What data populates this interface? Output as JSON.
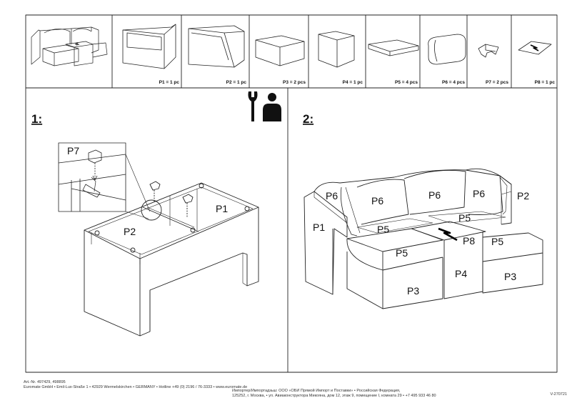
{
  "parts": [
    {
      "id": "p1",
      "label": "P1 = 1 pc"
    },
    {
      "id": "p2",
      "label": "P2 = 1 pc"
    },
    {
      "id": "p3",
      "label": "P3 = 2 pcs"
    },
    {
      "id": "p4",
      "label": "P4 = 1 pc"
    },
    {
      "id": "p5",
      "label": "P5 = 4 pcs"
    },
    {
      "id": "p6",
      "label": "P6 = 4 pcs"
    },
    {
      "id": "p7",
      "label": "P7 = 2 pcs"
    },
    {
      "id": "p8",
      "label": "P8 = 1 pc"
    }
  ],
  "step1": {
    "number": "1:",
    "labels": {
      "p7": "P7",
      "p1": "P1",
      "p2": "P2"
    }
  },
  "step2": {
    "number": "2:",
    "labels": {
      "p6a": "P6",
      "p6b": "P6",
      "p6c": "P6",
      "p6d": "P6",
      "p2": "P2",
      "p1": "P1",
      "p5a": "P5",
      "p5b": "P5",
      "p5c": "P5",
      "p5d": "P5",
      "p8": "P8",
      "p4": "P4",
      "p3a": "P3",
      "p3b": "P3"
    }
  },
  "footer": {
    "left_line1": "Art.-Nr. 497429, 498895",
    "left_line2": "Euromate GmbH • Emil-Lux-Straße 1 • 42929 Wermelskirchen • GERMANY • Hotline +49 (0) 2196 / 76-3333 • www.euromate.de",
    "center_line1": "Импортер/Импортадзьш: ООО «ОБИ Прямой Импорт и Поставки» • Российская Федерация,",
    "center_line2": "125252, г. Москва, • ул. Авиаконструктора Микояна, дом 12, этаж 9, помещение I, комната 29 • +7 495 933 46 80",
    "version": "V-270721"
  }
}
